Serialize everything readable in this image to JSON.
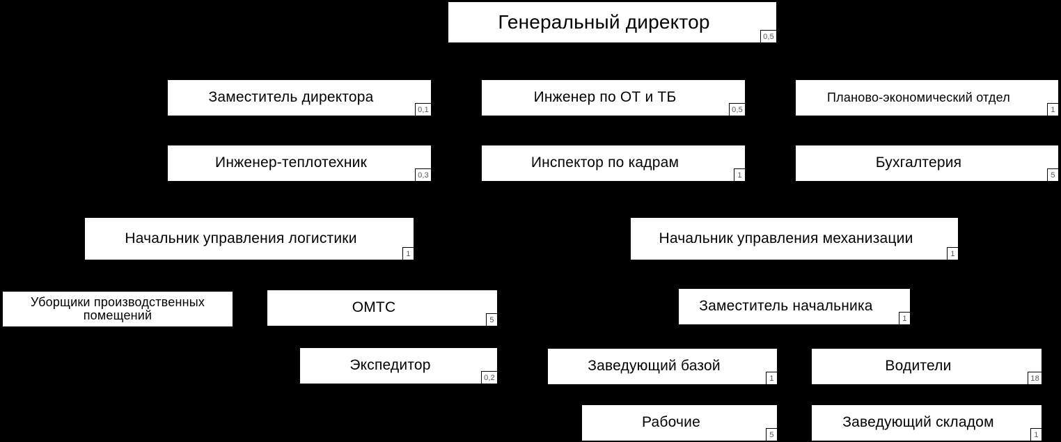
{
  "colors": {
    "background": "#000000",
    "box_fill": "#ffffff",
    "text": "#000000",
    "badge_text": "#555555"
  },
  "nodes": {
    "ceo": {
      "label": "Генеральный директор",
      "count": "0,5"
    },
    "deputy_director": {
      "label": "Заместитель директора",
      "count": "0,1"
    },
    "safety_engineer": {
      "label": "Инженер по ОТ и ТБ",
      "count": "0,5"
    },
    "planning_dept": {
      "label": "Планово-экономический отдел",
      "count": "1"
    },
    "heat_engineer": {
      "label": "Инженер-теплотехник",
      "count": "0,3"
    },
    "hr_inspector": {
      "label": "Инспектор по кадрам",
      "count": "1"
    },
    "accounting": {
      "label": "Бухгалтерия",
      "count": "5"
    },
    "logistics_head": {
      "label": "Начальник управления логистики",
      "count": "1"
    },
    "mechanization_head": {
      "label": "Начальник управления механизации",
      "count": "1"
    },
    "cleaners": {
      "label": "Уборщики производственных помещений"
    },
    "omts": {
      "label": "ОМТС",
      "count": "5"
    },
    "deputy_head": {
      "label": "Заместитель начальника",
      "count": "1"
    },
    "forwarder": {
      "label": "Экспедитор",
      "count": "0,2"
    },
    "base_manager": {
      "label": "Заведующий базой",
      "count": "1"
    },
    "drivers": {
      "label": "Водители",
      "count": "18"
    },
    "workers": {
      "label": "Рабочие",
      "count": "5"
    },
    "warehouse_manager": {
      "label": "Заведующий складом",
      "count": "1"
    }
  }
}
